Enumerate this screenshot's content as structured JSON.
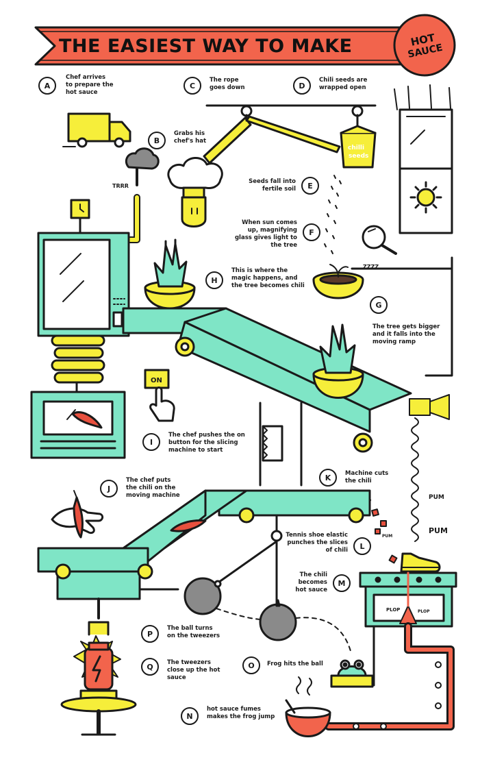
{
  "title": "THE EASIEST WAY TO MAKE",
  "badge": {
    "line1": "HOT",
    "line2": "SAUCE"
  },
  "steps": {
    "A": {
      "letter": "A",
      "text": "Chef arrives to prepare the hot sauce"
    },
    "B": {
      "letter": "B",
      "text": "Grabs his chef's hat"
    },
    "C": {
      "letter": "C",
      "text": "The rope goes down"
    },
    "D": {
      "letter": "D",
      "text": "Chili seeds are wrapped open"
    },
    "E": {
      "letter": "E",
      "text": "Seeds fall into fertile soil"
    },
    "F": {
      "letter": "F",
      "text": "When sun comes up, magnifying glass gives light to the tree"
    },
    "G": {
      "letter": "G",
      "text": "The tree gets bigger and it falls into the moving ramp"
    },
    "H": {
      "letter": "H",
      "text": "This is where the magic happens, and the tree becomes chili"
    },
    "I": {
      "letter": "I",
      "text": "The chef pushes the on button for the slicing machine to start"
    },
    "J": {
      "letter": "J",
      "text": "The chef puts the chili on the moving machine"
    },
    "K": {
      "letter": "K",
      "text": "Machine cuts the chili"
    },
    "L": {
      "letter": "L",
      "text": "Tennis shoe elastic punches the slices of chili"
    },
    "M": {
      "letter": "M",
      "text": "The chili becomes hot sauce"
    },
    "N": {
      "letter": "N",
      "text": "hot sauce fumes makes the frog jump"
    },
    "O": {
      "letter": "O",
      "text": "Frog hits the ball"
    },
    "P": {
      "letter": "P",
      "text": "The ball turns on the tweezers"
    },
    "Q": {
      "letter": "Q",
      "text": "The tweezers close up the hot sauce"
    }
  },
  "sfx": {
    "trrr": "TRRR",
    "zzz": "ZZZZ",
    "pum1": "PUM",
    "pum2": "PUM",
    "pum3": "PUM",
    "plop1": "PLOP",
    "plop2": "PLOP",
    "on_button": "ON",
    "seed_bag_line1": "chilli",
    "seed_bag_line2": "seeds"
  },
  "colors": {
    "banner_red": "#f2644c",
    "machine_mint": "#7fe5c6",
    "yellow": "#f6ee3a",
    "outline": "#1a1a1a",
    "ball_gray": "#8a8a8a",
    "sauce_red": "#f2644c",
    "chili_red": "#e8503e"
  }
}
